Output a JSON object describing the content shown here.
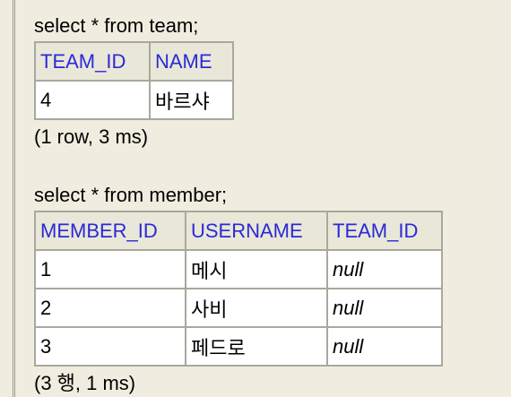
{
  "team_query": {
    "sql": "select * from team;",
    "columns": [
      "TEAM_ID",
      "NAME"
    ],
    "rows": [
      [
        "4",
        "바르샤"
      ]
    ],
    "summary": "(1 row, 3 ms)"
  },
  "member_query": {
    "sql": "select * from member;",
    "columns": [
      "MEMBER_ID",
      "USERNAME",
      "TEAM_ID"
    ],
    "rows": [
      [
        "1",
        "메시",
        "null"
      ],
      [
        "2",
        "사비",
        "null"
      ],
      [
        "3",
        "페드로",
        "null"
      ]
    ],
    "summary": "(3 행, 1 ms)"
  },
  "colors": {
    "background": "#f0ede0",
    "header_text": "#2a2ad6",
    "header_bg": "#e9e7d8",
    "border": "#a8a89c",
    "cell_bg": "#ffffff"
  }
}
